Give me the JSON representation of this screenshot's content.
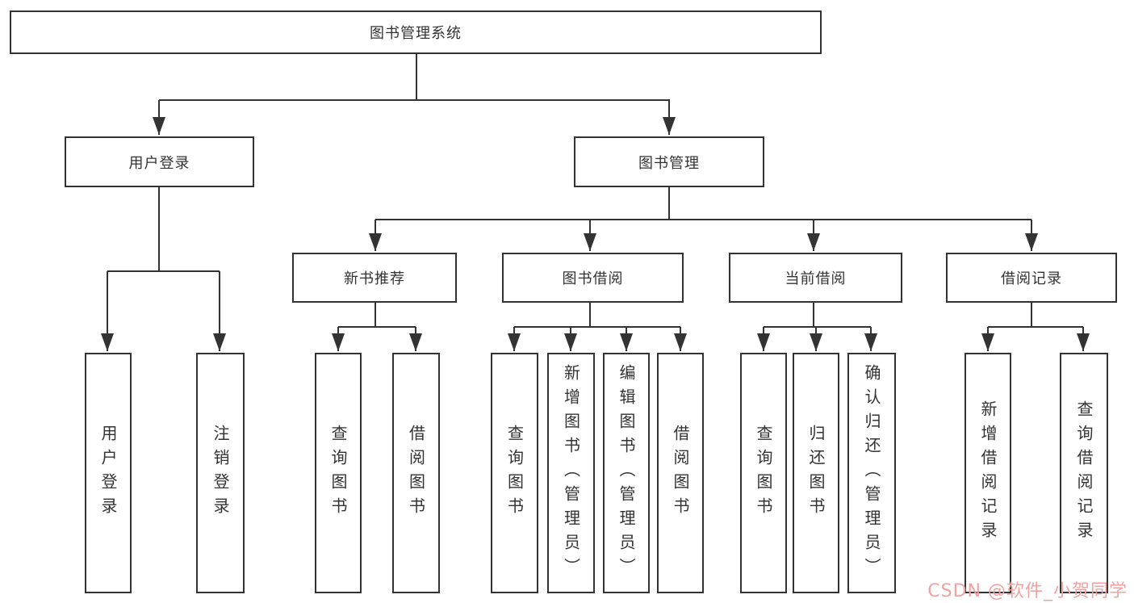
{
  "diagram_title": "图书管理系统",
  "tree": {
    "label": "图书管理系统",
    "children": [
      {
        "label": "用户登录",
        "children": [
          {
            "label": "用户登录"
          },
          {
            "label": "注销登录"
          }
        ]
      },
      {
        "label": "图书管理",
        "children": [
          {
            "label": "新书推荐",
            "children": [
              {
                "label": "查询图书"
              },
              {
                "label": "借阅图书"
              }
            ]
          },
          {
            "label": "图书借阅",
            "children": [
              {
                "label": "查询图书"
              },
              {
                "label": "新增图书（管理员）"
              },
              {
                "label": "编辑图书（管理员）"
              },
              {
                "label": "借阅图书"
              }
            ]
          },
          {
            "label": "当前借阅",
            "children": [
              {
                "label": "查询图书"
              },
              {
                "label": "归还图书"
              },
              {
                "label": "确认归还（管理员）"
              }
            ]
          },
          {
            "label": "借阅记录",
            "children": [
              {
                "label": "新增借阅记录"
              },
              {
                "label": "查询借阅记录"
              }
            ]
          }
        ]
      }
    ]
  },
  "watermark": {
    "text": "CSDN @软件_小贺同学"
  },
  "colors": {
    "line": "#333333",
    "text": "#333333",
    "background": "#ffffff",
    "watermark": "#f2a2a2"
  }
}
